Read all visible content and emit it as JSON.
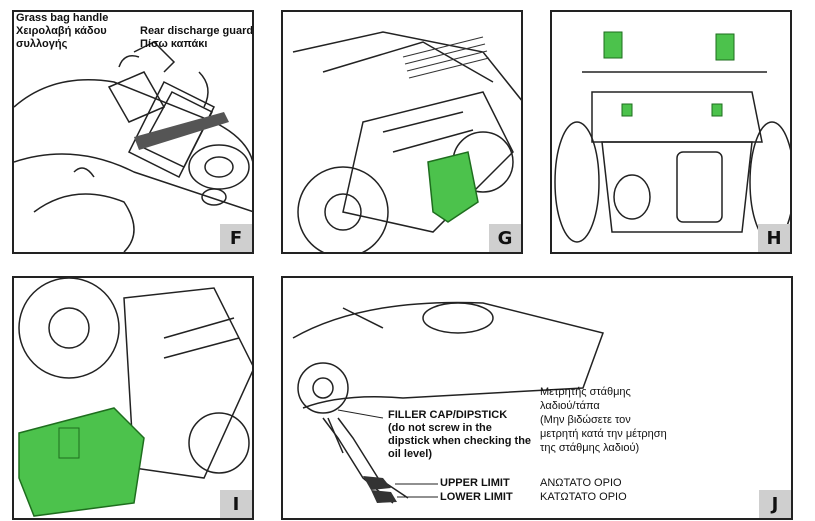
{
  "panels": {
    "F": {
      "badge": "F",
      "grass_bag_handle_en": "Grass bag handle",
      "grass_bag_handle_el_1": "Χειρολαβή κάδου",
      "grass_bag_handle_el_2": "συλλογής",
      "rear_guard_en": "Rear discharge guard",
      "rear_guard_el": "Πίσω καπάκι"
    },
    "G": {
      "badge": "G"
    },
    "H": {
      "badge": "H"
    },
    "I": {
      "badge": "I"
    },
    "J": {
      "badge": "J",
      "filler_cap_1": "FILLER CAP/DIPSTICK",
      "filler_cap_2": "(do not screw in the",
      "filler_cap_3": "dipstick when checking the",
      "filler_cap_4": "oil level)",
      "greek_note_1": "Μετρητής στάθμης",
      "greek_note_2": "λαδιού/τάπα",
      "greek_note_3": "(Μην βιδώσετε τον",
      "greek_note_4": "μετρητή κατά την μέτρηση",
      "greek_note_5": "της στάθμης λαδιού)",
      "upper_limit_en": "UPPER LIMIT",
      "lower_limit_en": "LOWER LIMIT",
      "upper_limit_el": "ΑΝΩΤΑΤΟ ΟΡΙΟ",
      "lower_limit_el": "ΚΑΤΩΤΑΤΟ ΟΡΙΟ"
    }
  },
  "colors": {
    "highlight_green": "#4cc24c",
    "badge_gray": "#cfcfcf"
  }
}
